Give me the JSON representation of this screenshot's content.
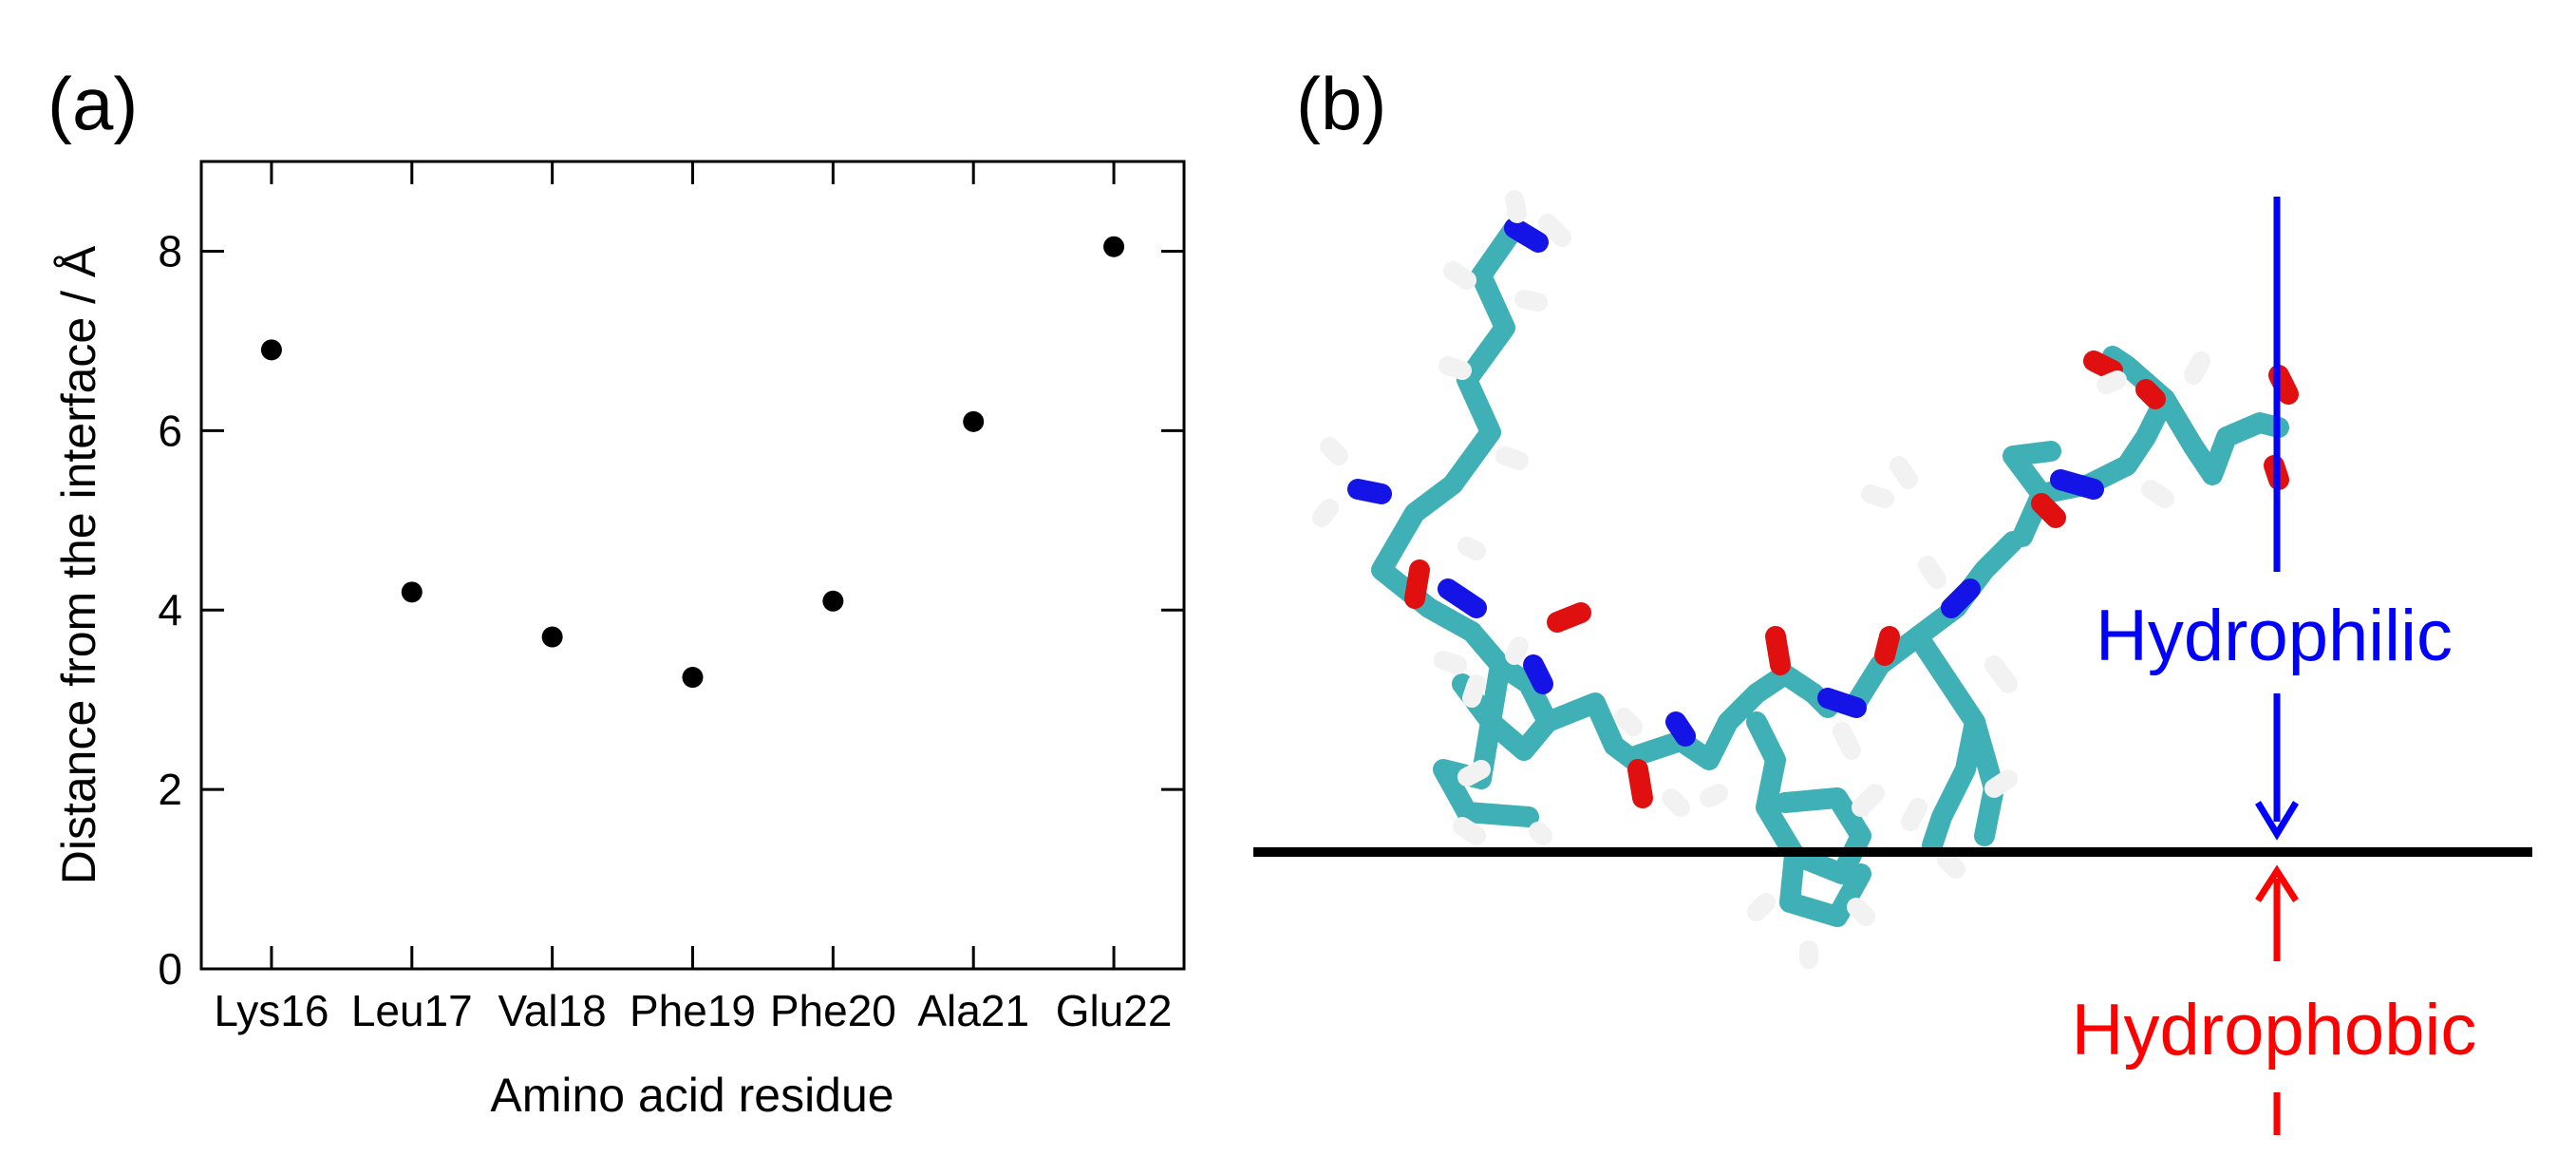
{
  "panels": {
    "a": "(a)",
    "b": "(b)"
  },
  "chart_data": {
    "type": "scatter",
    "categories": [
      "Lys16",
      "Leu17",
      "Val18",
      "Phe19",
      "Phe20",
      "Ala21",
      "Glu22"
    ],
    "values": [
      6.9,
      4.2,
      3.7,
      3.25,
      4.1,
      6.1,
      8.05
    ],
    "xlabel": "Amino acid residue",
    "ylabel": "Distance from the interface / Å",
    "ylim": [
      0,
      9
    ],
    "yticks": [
      0,
      2,
      4,
      6,
      8
    ],
    "grid": false,
    "marker_color": "#000000"
  },
  "illustration": {
    "hydrophilic_label": "Hydrophilic",
    "hydrophobic_label": "Hydrophobic",
    "hydrophilic_color": "#0000ff",
    "hydrophobic_color": "#ff0000",
    "molecule_colors": {
      "carbon": "#3fb0b5",
      "nitrogen": "#1414e6",
      "oxygen": "#e01010",
      "hydrogen": "#f2f2f2"
    }
  }
}
